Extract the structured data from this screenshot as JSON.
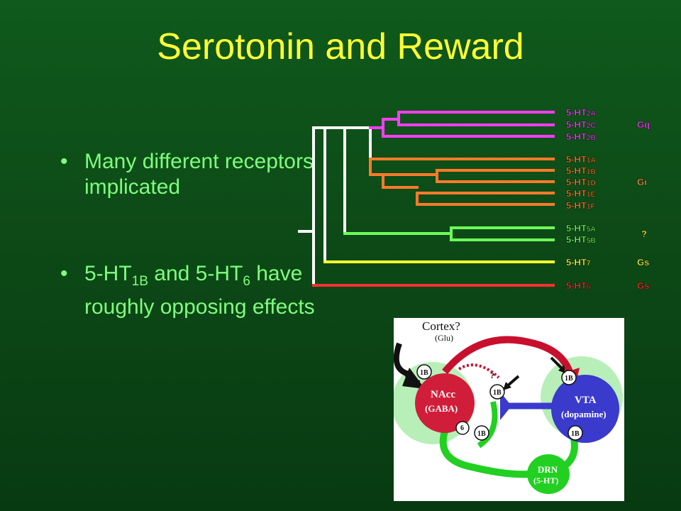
{
  "slide": {
    "title": "Serotonin and Reward",
    "bullets": [
      {
        "text": "Many different receptors implicated"
      },
      {
        "pre": "5-HT",
        "sub1": "1B",
        "mid": " and 5-HT",
        "sub2": "6",
        "post": " have roughly opposing effects"
      }
    ]
  },
  "tree": {
    "receptors": [
      {
        "base": "5-HT",
        "sub": "2A",
        "color": "#ff3cff"
      },
      {
        "base": "5-HT",
        "sub": "2C",
        "color": "#ff3cff"
      },
      {
        "base": "5-HT",
        "sub": "2B",
        "color": "#ff3cff"
      },
      {
        "base": "5-HT",
        "sub": "1A",
        "color": "#ff7a2a"
      },
      {
        "base": "5-HT",
        "sub": "1B",
        "color": "#ff7a2a"
      },
      {
        "base": "5-HT",
        "sub": "1D",
        "color": "#ff7a2a"
      },
      {
        "base": "5-HT",
        "sub": "1E",
        "color": "#ff7a2a"
      },
      {
        "base": "5-HT",
        "sub": "1F",
        "color": "#ff7a2a"
      },
      {
        "base": "5-HT",
        "sub": "5A",
        "color": "#6dff5a"
      },
      {
        "base": "5-HT",
        "sub": "5B",
        "color": "#6dff5a"
      },
      {
        "base": "5-HT",
        "sub": "7",
        "color": "#ffff33"
      },
      {
        "base": "5-HT",
        "sub": "6",
        "color": "#ff3030"
      }
    ],
    "gproteins": [
      {
        "label": "Gq",
        "color": "#ff3cff"
      },
      {
        "label": "Gi",
        "color": "#ff9a3a"
      },
      {
        "label": "?",
        "color": "#ffff33"
      },
      {
        "label": "Gs",
        "color": "#ffff33"
      },
      {
        "label": "Gs",
        "color": "#ff3030"
      }
    ]
  },
  "figure": {
    "cortex": "Cortex?",
    "cortex_sub": "(Glu)",
    "nacc": "NAcc",
    "nacc_sub": "(GABA)",
    "vta": "VTA",
    "vta_sub": "(dopamine)",
    "drn": "DRN",
    "drn_sub": "(5-HT)",
    "tag_1b": "1B",
    "tag_6": "6",
    "question": "?"
  }
}
